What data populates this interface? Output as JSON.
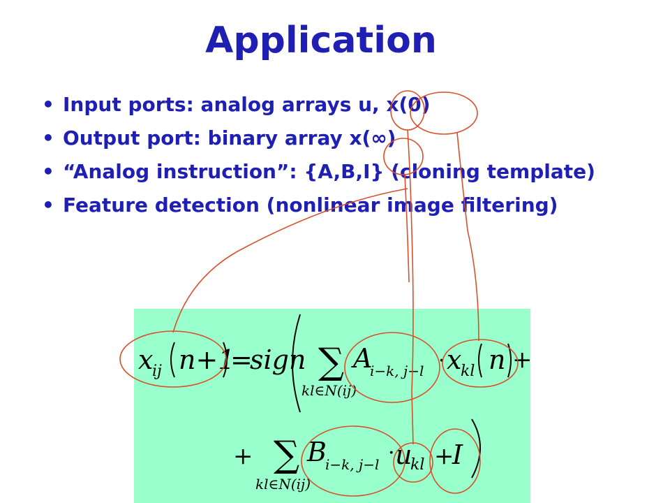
{
  "slide": {
    "title": "Application",
    "bullet_symbol": "•",
    "bullets": [
      "Input ports: analog arrays  u, x(0)",
      "Output port: binary array x(∞)",
      "“Analog instruction”: {A,B,I} (cloning template)",
      "Feature detection (nonlinear image filtering)"
    ]
  },
  "formula": {
    "lhs_x": "x",
    "lhs_sub": "ij",
    "lhs_arg": "n+1",
    "equals": "=",
    "sign": "sign",
    "sum": "∑",
    "sum_sub": "kl∈N(ij)",
    "A": "A",
    "A_sub": "i−k, j−l",
    "dot": "·",
    "x": "x",
    "x_sub": "kl",
    "x_arg": "n",
    "plus": "+",
    "B": "B",
    "B_sub": "i−k, j−l",
    "u": "u",
    "u_sub": "kl",
    "I": "I",
    "background": "#99ffcc"
  },
  "colors": {
    "title_text": "#1f1fb4",
    "annotation": "#d8502a"
  }
}
